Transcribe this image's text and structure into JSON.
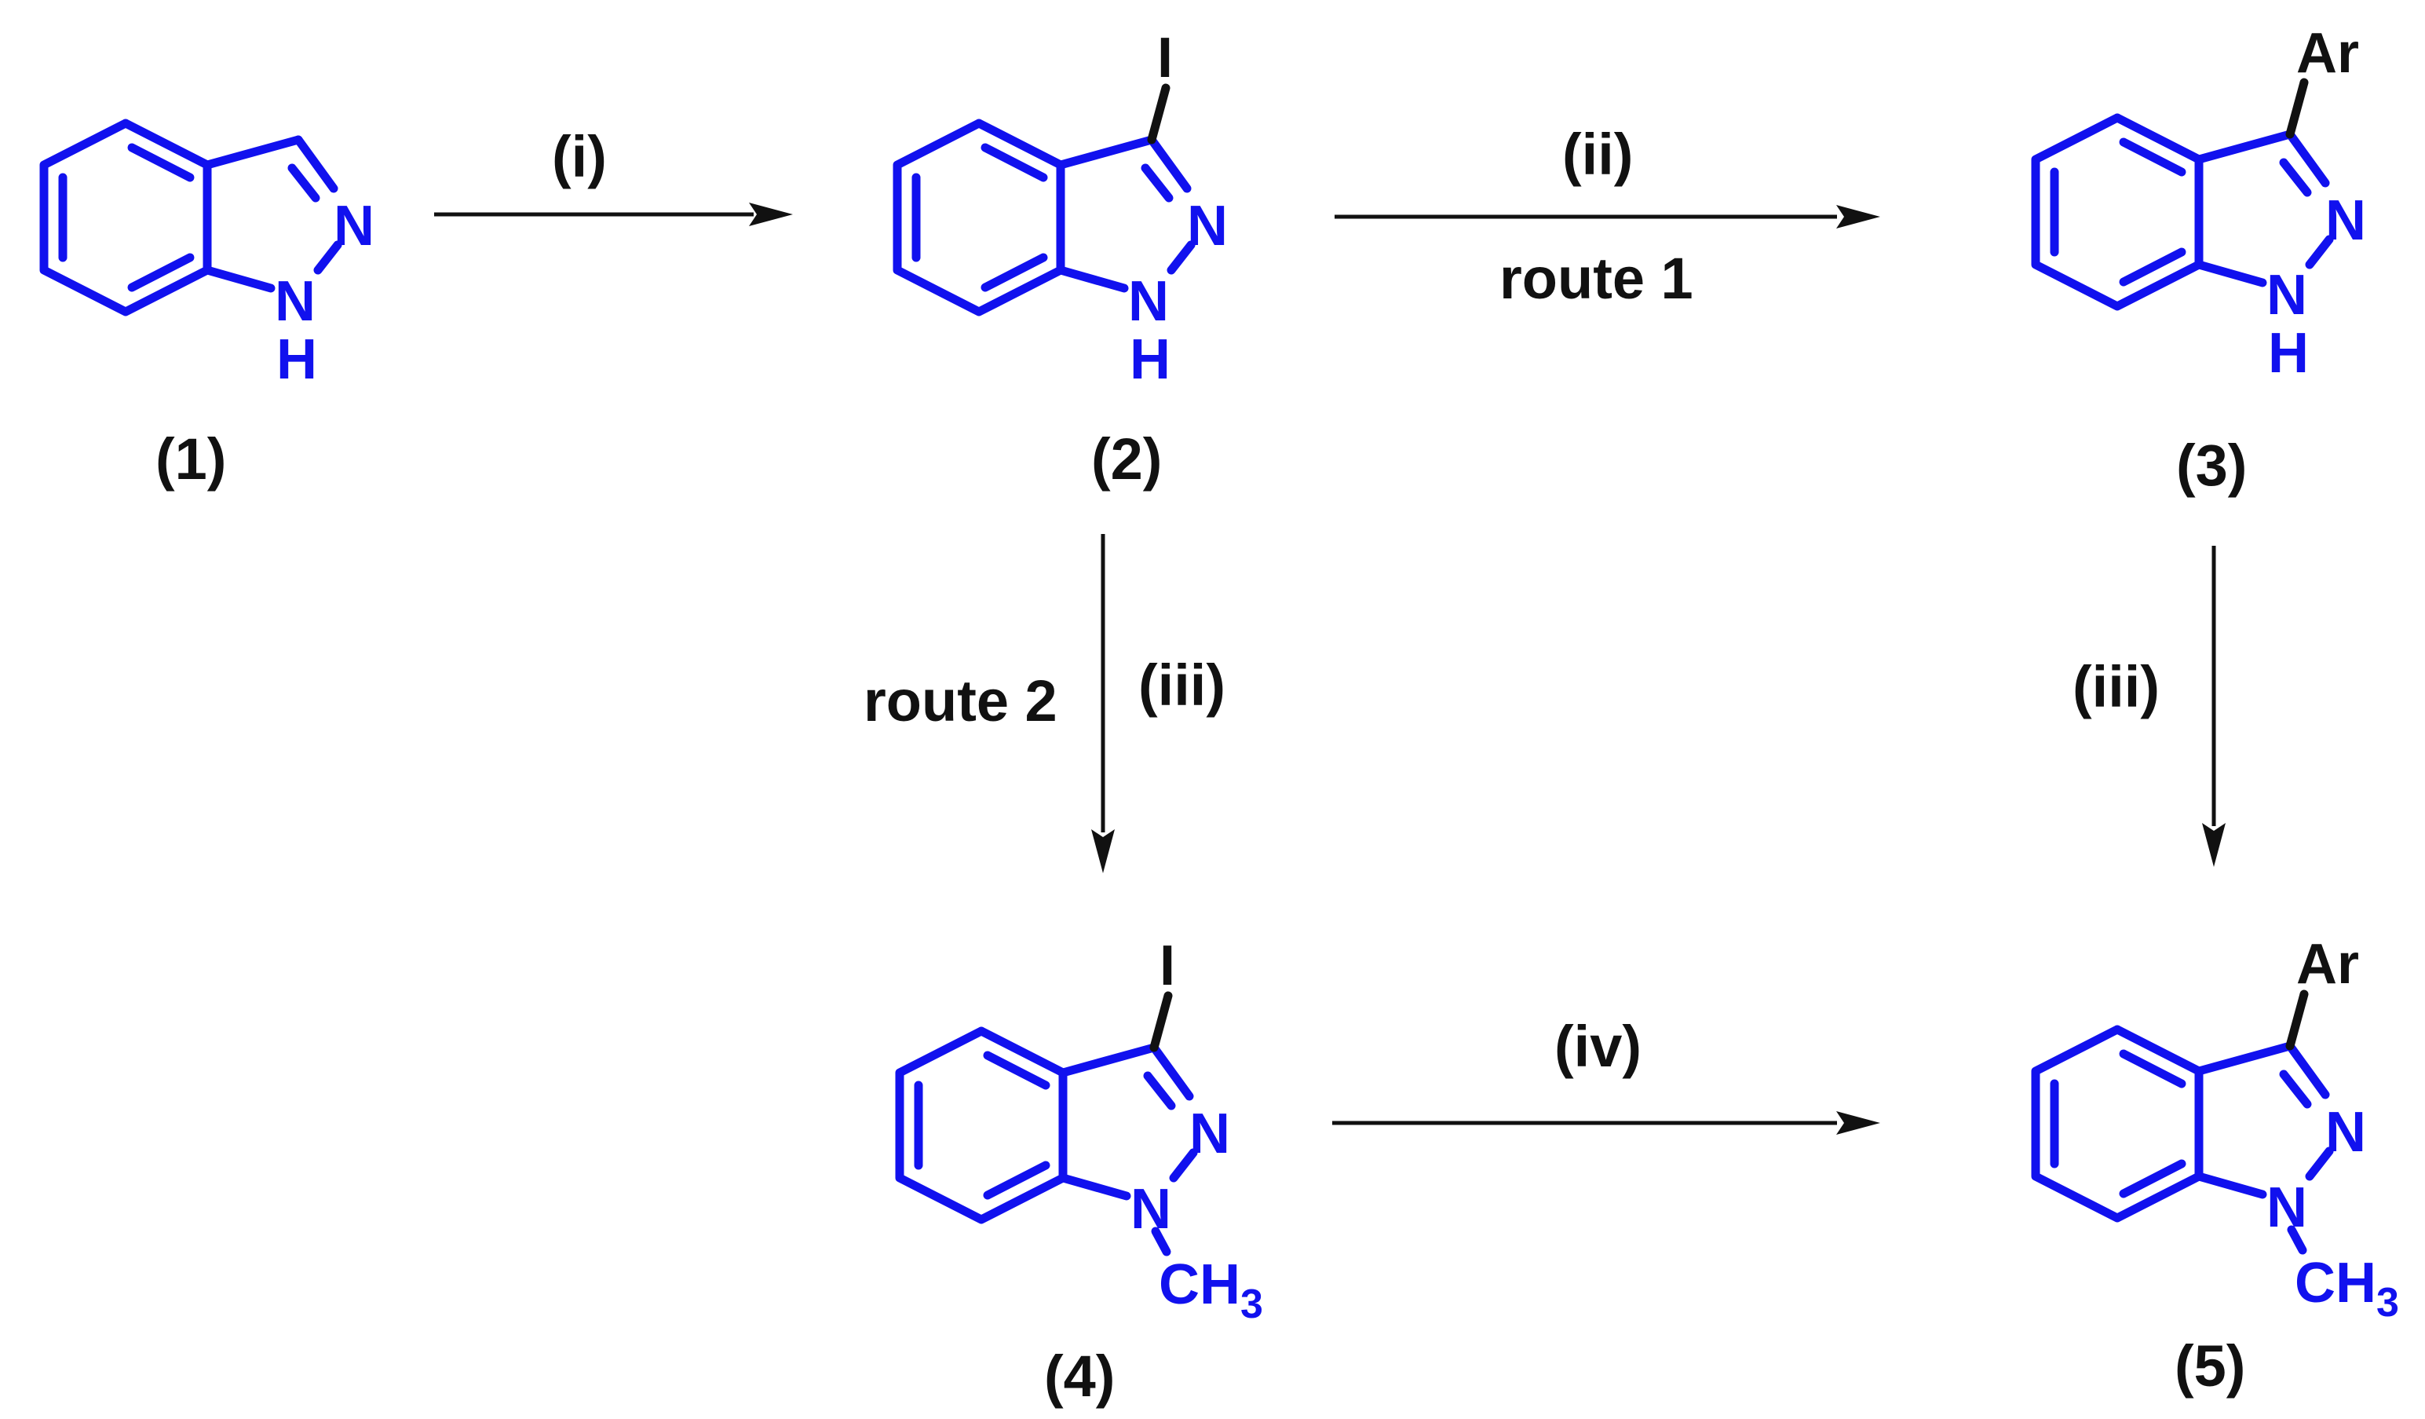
{
  "compounds": [
    {
      "id": "1",
      "label": "(1)",
      "atoms": {
        "n2": "N",
        "n1": "N",
        "h": "H"
      }
    },
    {
      "id": "2",
      "label": "(2)",
      "atoms": {
        "n2": "N",
        "n1": "N",
        "h": "H",
        "sub": "I"
      }
    },
    {
      "id": "3",
      "label": "(3)",
      "atoms": {
        "n2": "N",
        "n1": "N",
        "h": "H",
        "sub": "Ar"
      }
    },
    {
      "id": "4",
      "label": "(4)",
      "atoms": {
        "n2": "N",
        "n1": "N",
        "ch": "CH",
        "ch_sub": "3",
        "sub": "I"
      }
    },
    {
      "id": "5",
      "label": "(5)",
      "atoms": {
        "n2": "N",
        "n1": "N",
        "ch": "CH",
        "ch_sub": "3",
        "sub": "Ar"
      }
    }
  ],
  "steps": {
    "i": {
      "reagent": "(i)"
    },
    "ii": {
      "reagent": "(ii)",
      "route": "route 1"
    },
    "iii_route2": {
      "reagent": "(iii)",
      "route": "route 2"
    },
    "iii_right": {
      "reagent": "(iii)"
    },
    "iv": {
      "reagent": "(iv)"
    }
  },
  "colors": {
    "structure": "#1111ee",
    "text": "#111111"
  }
}
